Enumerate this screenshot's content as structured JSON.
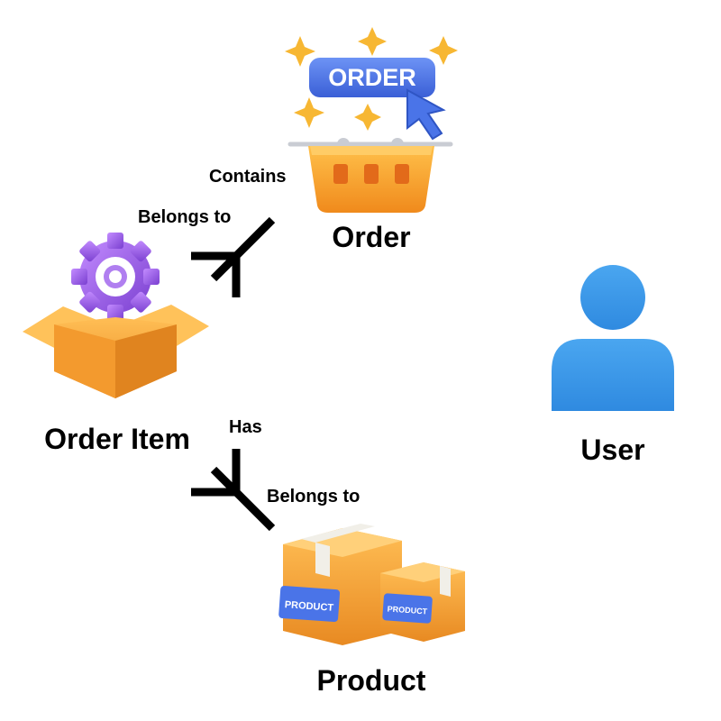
{
  "entities": {
    "order": {
      "label": "Order",
      "badge_text": "ORDER"
    },
    "order_item": {
      "label": "Order Item"
    },
    "product": {
      "label": "Product",
      "tag_text": "PRODUCT"
    },
    "user": {
      "label": "User"
    }
  },
  "relationships": {
    "order_contains": {
      "label": "Contains"
    },
    "item_belongs_to_order": {
      "label": "Belongs to"
    },
    "item_has": {
      "label": "Has"
    },
    "item_belongs_to_product": {
      "label": "Belongs to"
    }
  },
  "colors": {
    "badge_blue": "#4a74e8",
    "basket_orange": "#f5a623",
    "gear_purple": "#9b59e6",
    "box_orange": "#f2a33a",
    "user_blue": "#3d9be9",
    "sparkle_gold": "#f7b733"
  },
  "icons": {
    "order": "shopping-basket-icon",
    "order_item": "open-box-gear-icon",
    "product": "product-boxes-icon",
    "user": "user-icon"
  }
}
